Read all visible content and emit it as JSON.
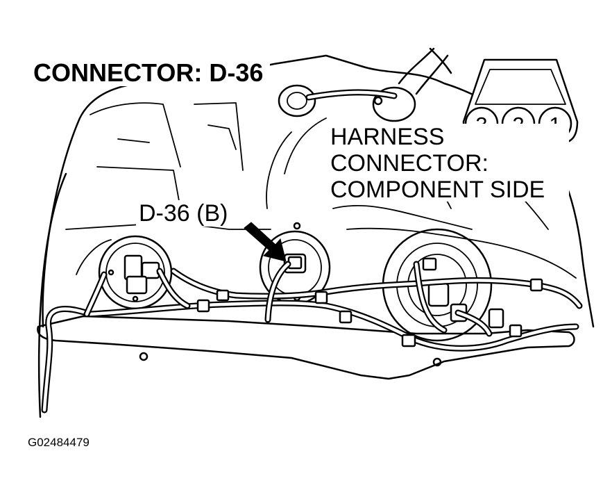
{
  "diagram": {
    "title": "CONNECTOR: D-36",
    "callout_label": "D-36 (B)",
    "harness_label_lines": [
      "HARNESS",
      "CONNECTOR:",
      "COMPONENT SIDE"
    ],
    "pins": [
      "3",
      "2",
      "1"
    ],
    "figure_id": "G02484479"
  }
}
